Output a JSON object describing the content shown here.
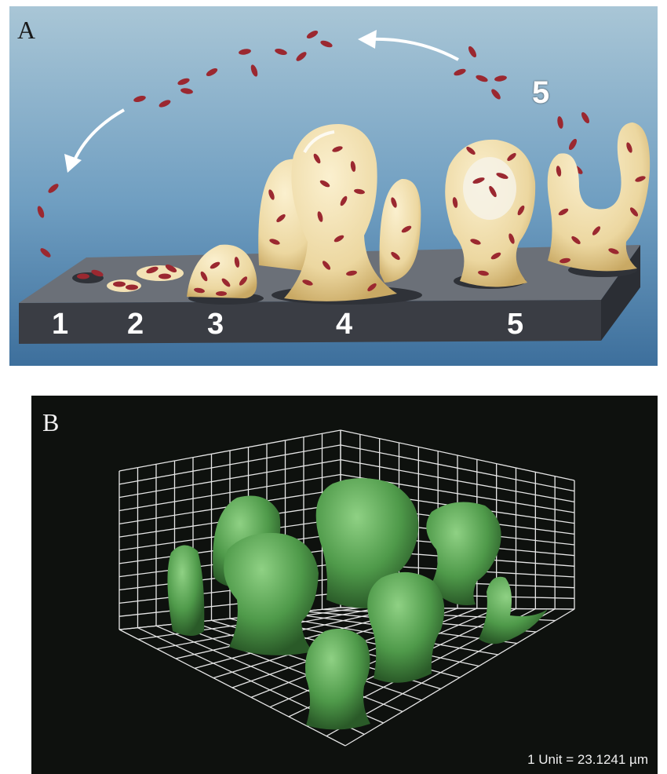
{
  "panel_a": {
    "letter": "A",
    "stage_labels": [
      "1",
      "2",
      "3",
      "4",
      "5"
    ],
    "release_label": "5",
    "colors": {
      "surface_top": "#6b7078",
      "surface_front": "#3a3d44",
      "matrix": "#ecd7a0",
      "bacteria": "#9b2830"
    }
  },
  "panel_b": {
    "letter": "B",
    "scale_text": "1 Unit = 23.1241 µm",
    "colors": {
      "background": "#0e110e",
      "grid": "#e6e6e6",
      "biofilm": "#4f9a4a"
    }
  }
}
